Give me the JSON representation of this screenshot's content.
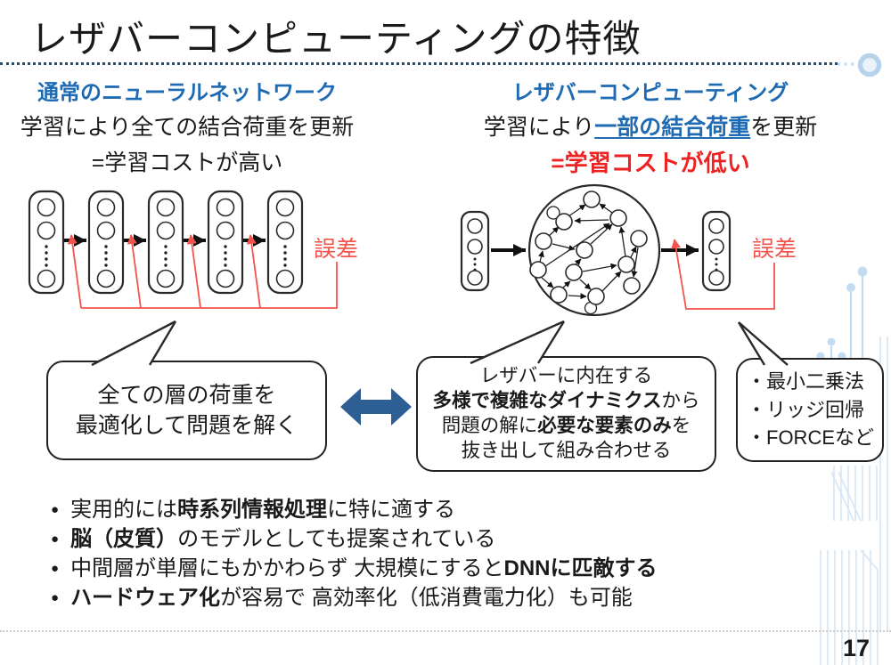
{
  "slide": {
    "title": "レザバーコンピューティングの特徴",
    "page_number": "17"
  },
  "left_column": {
    "header": "通常のニューラルネットワーク",
    "line1": "学習により全ての結合荷重を更新",
    "line2": "=学習コストが高い"
  },
  "right_column": {
    "header": "レザバーコンピューティング",
    "line1_prefix": "学習により",
    "line1_highlight": "一部の結合荷重",
    "line1_suffix": "を更新",
    "line2": "=学習コストが低い"
  },
  "left_diagram": {
    "error_label": "誤差"
  },
  "right_diagram": {
    "error_label": "誤差"
  },
  "bubbles": {
    "left": {
      "lines": [
        "全ての層の荷重を",
        "最適化して問題を解く"
      ]
    },
    "middle": {
      "lines": [
        [
          {
            "t": "レザバーに内在する"
          }
        ],
        [
          {
            "t": "多様で複雑なダイナミクス",
            "b": 1
          },
          {
            "t": "から"
          }
        ],
        [
          {
            "t": "問題の解に"
          },
          {
            "t": "必要な要素のみ",
            "b": 1
          },
          {
            "t": "を"
          }
        ],
        [
          {
            "t": "抜き出して組み合わせる"
          }
        ]
      ]
    },
    "right": {
      "lines": [
        "・最小二乗法",
        "・リッジ回帰",
        "・FORCEなど"
      ]
    }
  },
  "bullets": [
    [
      {
        "t": "実用的には"
      },
      {
        "t": "時系列情報処理",
        "b": 1
      },
      {
        "t": "に特に適する"
      }
    ],
    [
      {
        "t": "脳（皮質）",
        "b": 1
      },
      {
        "t": "のモデルとしても提案されている"
      }
    ],
    [
      {
        "t": "中間層が単層にもかかわらず 大規模にすると"
      },
      {
        "t": "DNNに匹敵する",
        "b": 1
      }
    ],
    [
      {
        "t": "ハードウェア化",
        "b": 1
      },
      {
        "t": "が容易で 高効率化（低消費電力化）も可能"
      }
    ]
  ],
  "colors": {
    "accent_blue": "#1E6BB4",
    "emphasis_red": "#EE2222",
    "error_red": "#F4544C",
    "arrow_blue": "#2E5F94",
    "navy_dotted": "#1F4E79",
    "decor_blue": "#C4DCF2",
    "ink": "#1A1A1A"
  }
}
